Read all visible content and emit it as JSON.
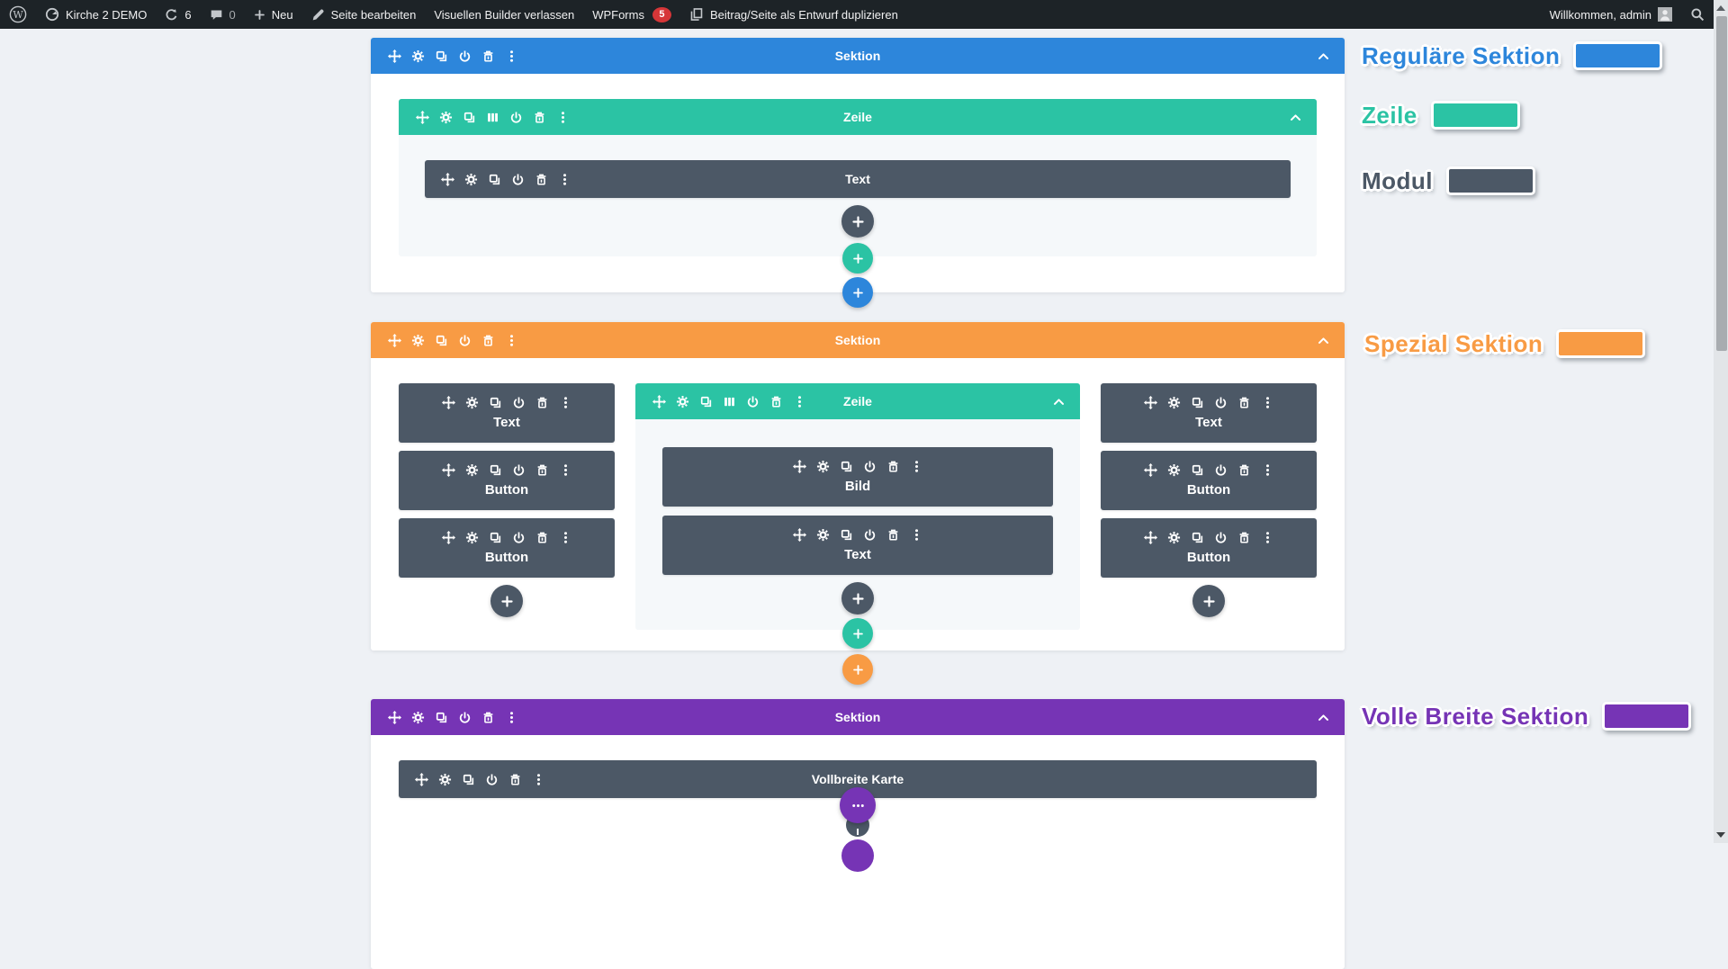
{
  "admin_bar": {
    "site_name": "Kirche 2 DEMO",
    "updates_count": "6",
    "comments_count": "0",
    "new_item": "Neu",
    "edit_page": "Seite bearbeiten",
    "exit_builder": "Visuellen Builder verlassen",
    "wpforms_label": "WPForms",
    "wpforms_badge": "5",
    "duplicate_label": "Beitrag/Seite als Entwurf duplizieren",
    "welcome_text": "Willkommen, admin"
  },
  "builder": {
    "regular_section": {
      "label": "Sektion",
      "row": {
        "label": "Zeile",
        "modules": [
          {
            "label": "Text"
          }
        ]
      }
    },
    "specialty_section": {
      "label": "Sektion",
      "left_column_modules": [
        {
          "label": "Text"
        },
        {
          "label": "Button"
        },
        {
          "label": "Button"
        }
      ],
      "middle_row": {
        "label": "Zeile",
        "modules": [
          {
            "label": "Bild"
          },
          {
            "label": "Text"
          }
        ]
      },
      "right_column_modules": [
        {
          "label": "Text"
        },
        {
          "label": "Button"
        },
        {
          "label": "Button"
        }
      ]
    },
    "fullwidth_section": {
      "label": "Sektion",
      "modules": [
        {
          "label": "Vollbreite Karte"
        }
      ]
    }
  },
  "annotations": {
    "regular": {
      "label": "Reguläre Sektion",
      "color": "#2d86db"
    },
    "row": {
      "label": "Zeile",
      "color": "#2bc3a4"
    },
    "module": {
      "label": "Modul",
      "color": "#4c5866"
    },
    "specialty": {
      "label": "Spezial Sektion",
      "color": "#f89b44"
    },
    "fullwidth": {
      "label": "Volle Breite Sektion",
      "color": "#7634b5"
    }
  },
  "icons": {
    "section_toolbar": [
      "move-icon",
      "gear-icon",
      "duplicate-icon",
      "power-icon",
      "trash-icon",
      "more-vertical-icon"
    ],
    "row_toolbar": [
      "move-icon",
      "gear-icon",
      "duplicate-icon",
      "columns-icon",
      "power-icon",
      "trash-icon",
      "more-vertical-icon"
    ],
    "module_toolbar": [
      "move-icon",
      "gear-icon",
      "duplicate-icon",
      "power-icon",
      "trash-icon",
      "more-vertical-icon"
    ]
  },
  "colors": {
    "section_blue": "#2d86db",
    "row_teal": "#2bc3a4",
    "module_dark": "#4c5866",
    "section_orange": "#f89b44",
    "section_purple": "#7634b5",
    "wpforms_badge_red": "#d63638",
    "admin_bar_bg": "#1d2327",
    "page_bg": "#eef1f5",
    "row_body_bg": "#f5f8fa"
  }
}
